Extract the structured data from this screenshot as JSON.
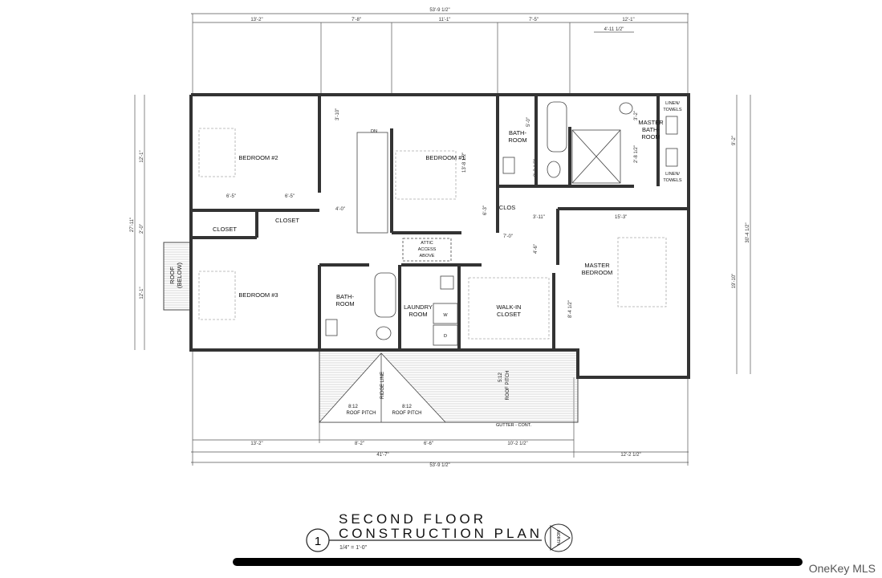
{
  "plan": {
    "title_line1": "SECOND FLOOR",
    "title_line2": "CONSTRUCTION PLAN",
    "scale": "1/4\" = 1'-0\"",
    "detail_number": "1",
    "north_label": "NORTH"
  },
  "dimensions": {
    "top_overall": "53'-9 1/2\"",
    "top_segments": [
      "13'-2\"",
      "7'-8\"",
      "11'-1\"",
      "7'-5\"",
      "12'-1\""
    ],
    "top_sub": "4'-11 1/2\"",
    "bottom_segments": [
      "13'-2\"",
      "8'-2\"",
      "6'-6\"",
      "10'-2 1/2\""
    ],
    "bottom_mid": "41'-7\"",
    "bottom_right": "12'-2 1/2\"",
    "bottom_overall": "53'-9 1/2\"",
    "left": [
      "12'-1\"",
      "27'-11\"",
      "2'-0\"",
      "12'-1\""
    ],
    "right": [
      "30'-4 1/2\"",
      "9'-2\"",
      "19'-10\""
    ],
    "interior": [
      "6'-5\"",
      "6'-5\"",
      "4'-0\"",
      "3'-10\"",
      "13'-8 1/2\"",
      "6'-3\"",
      "7'-0\"",
      "3'-11\"",
      "15'-3\"",
      "4'-6\"",
      "8'-4 1/2\"",
      "5'-0\"",
      "9'-3 1/2\"",
      "2'-8 1/2\"",
      "3'-2\""
    ]
  },
  "rooms": {
    "bedroom2": "BEDROOM #2",
    "bedroom1": "BEDROOM #1",
    "bedroom3": "BEDROOM #3",
    "bath1_a": "BATH-",
    "bath1_b": "ROOM",
    "bath2_a": "BATH-",
    "bath2_b": "ROOM",
    "master_bath_a": "MASTER",
    "master_bath_b": "BATH-",
    "master_bath_c": "ROOM",
    "linen_a": "LINEN/",
    "linen_b": "TOWELS",
    "closet": "CLOSET",
    "clos": "CLOS",
    "attic_a": "ATTIC",
    "attic_b": "ACCESS",
    "attic_c": "ABOVE",
    "master_bed_a": "MASTER",
    "master_bed_b": "BEDROOM",
    "laundry_a": "LAUNDRY",
    "laundry_b": "ROOM",
    "walkin_a": "WALK-IN",
    "walkin_b": "CLOSET",
    "roof_below_a": "ROOF",
    "roof_below_b": "(BELOW)",
    "stair_dn": "DN",
    "ridge": "RIDGE LINE",
    "pitch_left": "8:12",
    "pitch_left_label": "ROOF PITCH",
    "pitch_mid": "8:12",
    "pitch_mid_label": "ROOF PITCH",
    "pitch_right": "5:12",
    "pitch_right_label": "ROOF PITCH",
    "gutter": "GUTTER - CONT.",
    "washer": "W",
    "dryer": "D"
  },
  "watermark": "OneKey MLS"
}
